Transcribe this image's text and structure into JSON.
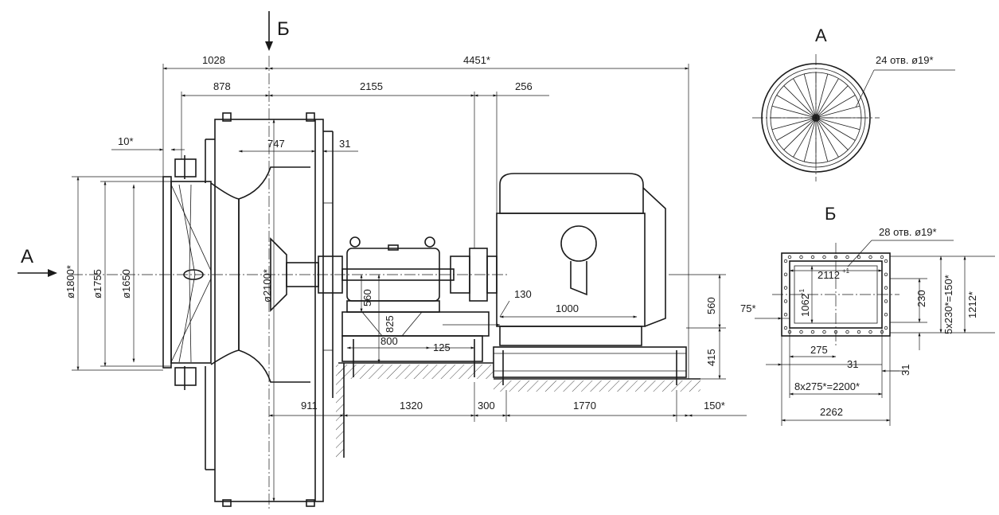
{
  "views": {
    "main_label_a": "A",
    "main_label_b": "Б",
    "view_a_title": "A",
    "view_b_title": "Б"
  },
  "dimensions": {
    "d_1028": "1028",
    "d_4451": "4451*",
    "d_878": "878",
    "d_2155": "2155",
    "d_256": "256",
    "d_10": "10*",
    "d_747": "747",
    "d_31_top": "31",
    "d_dia1800": "ø1800*",
    "d_dia1755": "ø1755",
    "d_dia1650": "ø1650",
    "d_dia2100": "ø2100*",
    "d_560_v": "560",
    "d_825": "825",
    "d_800": "800",
    "d_125": "125",
    "d_130": "130",
    "d_1000": "1000",
    "d_560_right": "560",
    "d_415": "415",
    "d_911": "911",
    "d_1320": "1320",
    "d_300": "300",
    "d_1770": "1770",
    "d_150": "150*"
  },
  "view_a": {
    "holes_note": "24 отв. ø19*"
  },
  "view_b": {
    "holes_note": "28 отв. ø19*",
    "d_2112": "2112",
    "d_2112_tol": "+1",
    "d_1062": "1062",
    "d_1062_tol": "+1",
    "d_230": "230",
    "d_5x230": "5x230*=150*",
    "d_1212": "1212*",
    "d_75": "75*",
    "d_275": "275",
    "d_31_a": "31",
    "d_31_b": "31",
    "d_8x275": "8x275*=2200*",
    "d_2262": "2262"
  }
}
